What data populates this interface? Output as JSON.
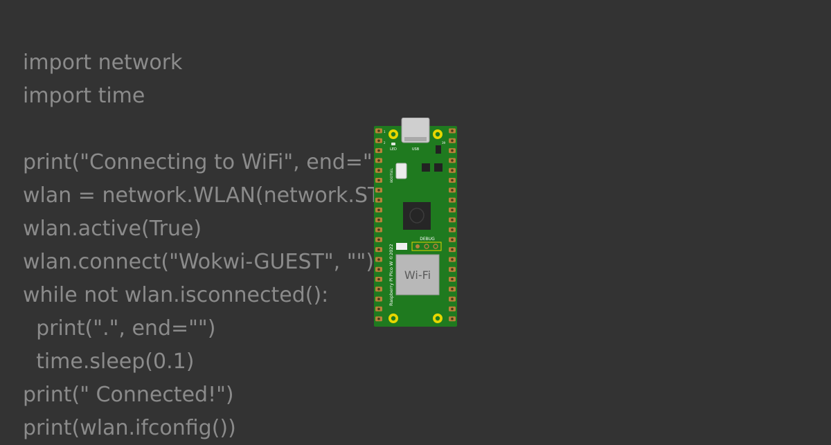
{
  "code_lines": [
    "import network",
    "import time",
    "",
    "print(\"Connecting to WiFi\", end=\"\")",
    "wlan = network.WLAN(network.STA_IF)",
    "wlan.active(True)",
    "wlan.connect(\"Wokwi-GUEST\", \"\")",
    "while not wlan.isconnected():",
    "  print(\".\", end=\"\")",
    "  time.sleep(0.1)",
    "print(\" Connected!\")",
    "print(wlan.ifconfig())"
  ],
  "board": {
    "name_label": "Raspberry Pi Pico W ©2022",
    "wifi_label": "Wi-Fi",
    "debug_label": "DEBUG",
    "bootsel_label": "BOOTSEL",
    "led_label": "LED",
    "usb_label": "USB",
    "pin1_label": "1",
    "pin2_label": "2",
    "pin39_label": "39",
    "pcb_color": "#1f7a1f",
    "pad_color": "#e6d600"
  },
  "colors": {
    "background": "#333333",
    "code_text": "#8b8b8b"
  }
}
